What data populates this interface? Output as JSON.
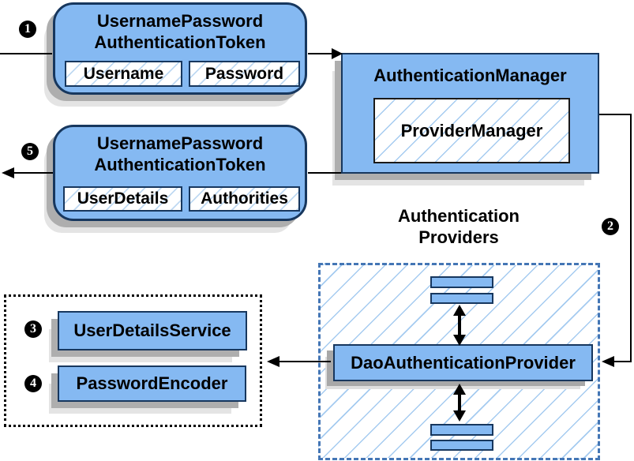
{
  "request_token": {
    "title_line1": "UsernamePassword",
    "title_line2": "AuthenticationToken",
    "field1": "Username",
    "field2": "Password"
  },
  "response_token": {
    "title_line1": "UsernamePassword",
    "title_line2": "AuthenticationToken",
    "field1": "UserDetails",
    "field2": "Authorities"
  },
  "auth_manager": {
    "title": "AuthenticationManager",
    "inner": "ProviderManager"
  },
  "providers": {
    "heading_line1": "Authentication",
    "heading_line2": "Providers",
    "main_provider": "DaoAuthenticationProvider"
  },
  "services": {
    "user_details_service": "UserDetailsService",
    "password_encoder": "PasswordEncoder"
  },
  "steps": {
    "one": "1",
    "two": "2",
    "three": "3",
    "four": "4",
    "five": "5"
  },
  "colors": {
    "box_fill": "#85B9F2",
    "box_border": "#17375E",
    "hatch_line": "#A5CBF0",
    "dashed_border": "#4476B5",
    "shadow": "#AEAEAE"
  }
}
